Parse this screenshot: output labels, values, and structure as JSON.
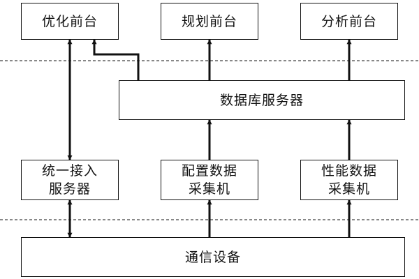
{
  "diagram": {
    "boxes": {
      "optimization_frontend": "优化前台",
      "planning_frontend": "规划前台",
      "analysis_frontend": "分析前台",
      "database_server": "数据库服务器",
      "unified_access_server": "统一接入\n服务器",
      "config_collector": "配置数据\n采集机",
      "performance_collector": "性能数据\n采集机",
      "communication_equipment": "通信设备"
    },
    "colors": {
      "line": "#111111",
      "background": "#ffffff"
    }
  }
}
